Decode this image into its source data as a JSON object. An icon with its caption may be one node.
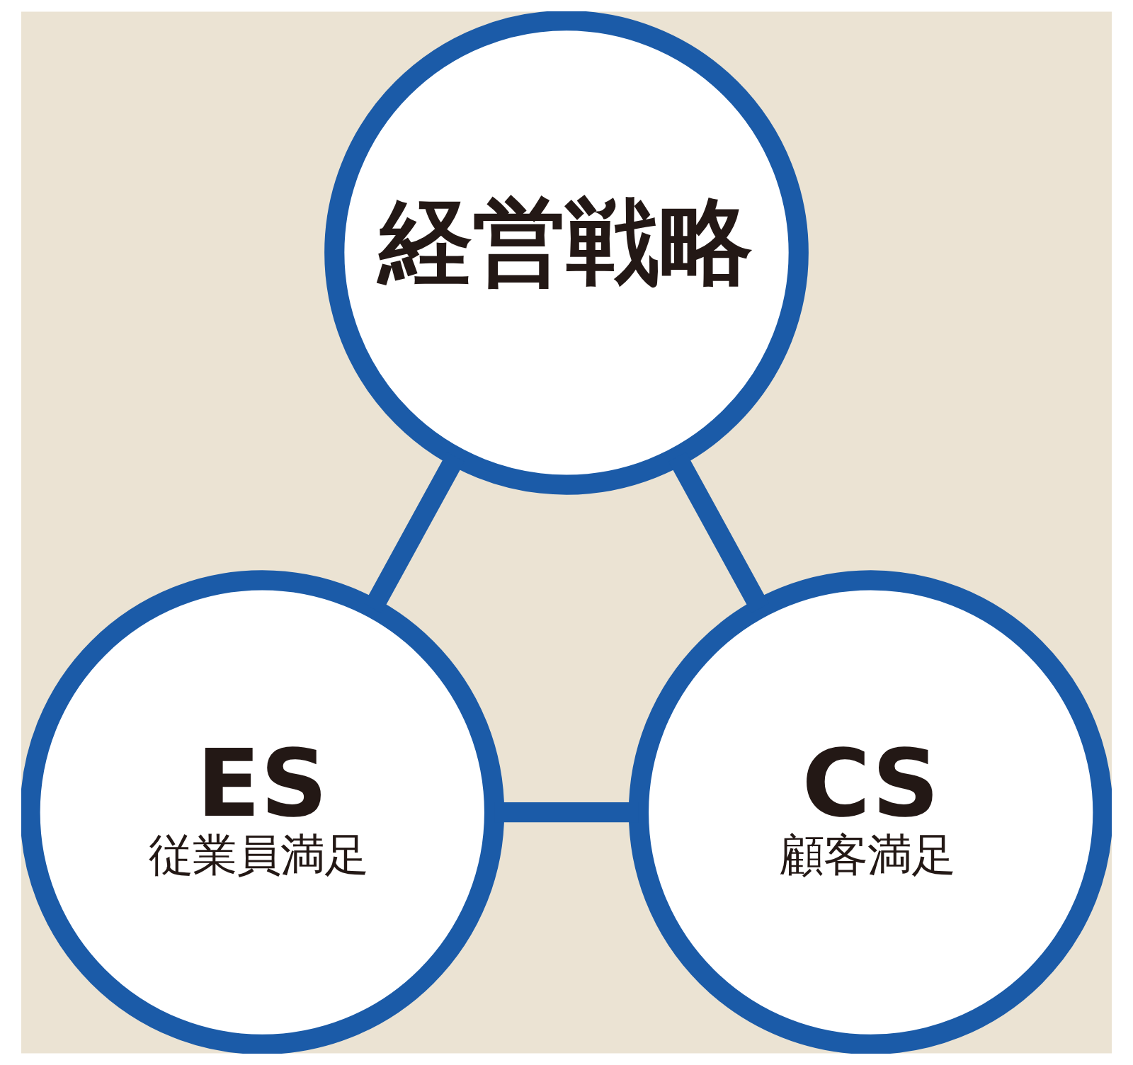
{
  "diagram": {
    "nodes": [
      {
        "text": [
          "経営戦略"
        ]
      },
      {
        "text": [
          "ES",
          "従業員満足"
        ]
      },
      {
        "text": [
          "CS",
          "顧客満足"
        ]
      }
    ],
    "edges": [
      {
        "from": 0,
        "to": 1,
        "arrow": "none"
      },
      {
        "from": 0,
        "to": 2,
        "arrow": "none"
      },
      {
        "from": 1,
        "to": 2,
        "arrow": "none"
      }
    ]
  }
}
